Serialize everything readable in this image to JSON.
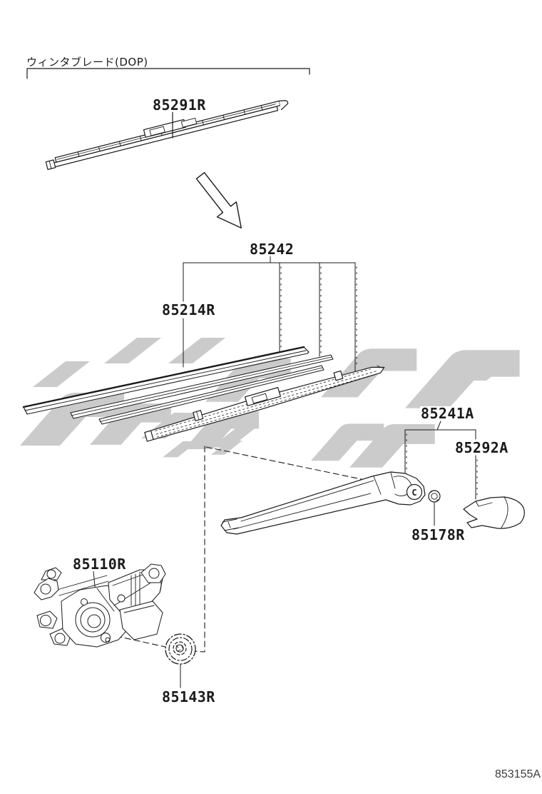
{
  "header": {
    "section_label": "ウィンタブレード(DOP)"
  },
  "parts": {
    "winter_blade": "85291R",
    "blade_assembly": "85242",
    "blade_rubber": "85214R",
    "wiper_arm": "85241A",
    "arm_head_cap": "85292A",
    "pivot_nut": "85178R",
    "wiper_motor": "85110R",
    "motor_grommet": "85143R",
    "arm_pivot_mark": "C"
  },
  "footer": {
    "figure_code": "853155A"
  },
  "colors": {
    "line": "#1a1a1a",
    "watermark": "#cbcbcb",
    "background": "#ffffff"
  }
}
